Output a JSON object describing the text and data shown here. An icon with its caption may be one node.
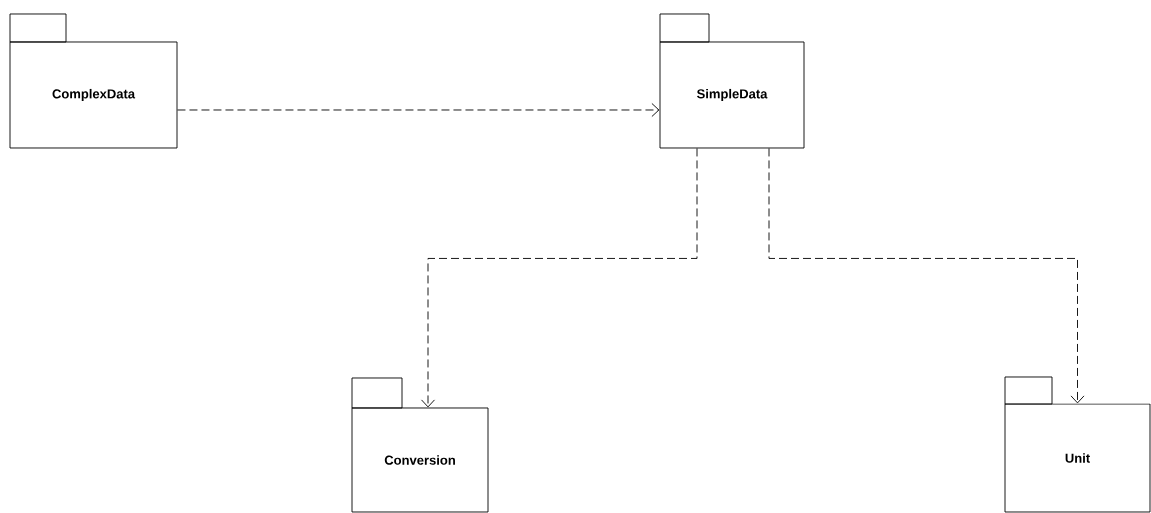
{
  "diagram": {
    "nodes": [
      {
        "text": [
          "ComplexData"
        ]
      },
      {
        "text": [
          "SimpleData"
        ]
      },
      {
        "text": [
          "Conversion"
        ]
      },
      {
        "text": [
          "Unit"
        ]
      }
    ],
    "edges": [
      {
        "from": 0,
        "to": 1,
        "arrow": "to",
        "style": "dashed"
      },
      {
        "from": 1,
        "to": 2,
        "arrow": "to",
        "style": "dashed"
      },
      {
        "from": 1,
        "to": 3,
        "arrow": "to",
        "style": "dashed"
      }
    ]
  }
}
